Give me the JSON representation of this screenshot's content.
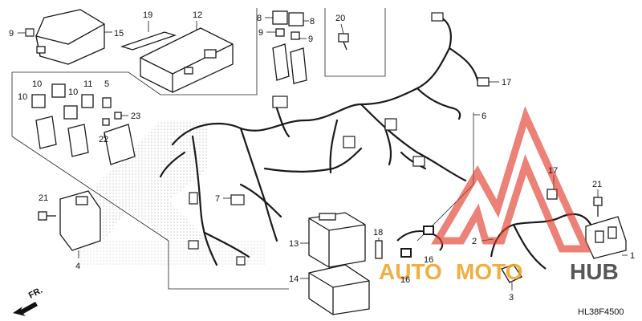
{
  "diagram": {
    "code": "HL38F4500",
    "front_label": "FR.",
    "callouts": [
      {
        "id": "c9a",
        "text": "9"
      },
      {
        "id": "c15",
        "text": "15"
      },
      {
        "id": "c19",
        "text": "19"
      },
      {
        "id": "c12",
        "text": "12"
      },
      {
        "id": "c8a",
        "text": "8"
      },
      {
        "id": "c8b",
        "text": "8"
      },
      {
        "id": "c9b",
        "text": "9"
      },
      {
        "id": "c9c",
        "text": "9"
      },
      {
        "id": "c20",
        "text": "20"
      },
      {
        "id": "c17a",
        "text": "17"
      },
      {
        "id": "c10a",
        "text": "10"
      },
      {
        "id": "c10b",
        "text": "10"
      },
      {
        "id": "c10c",
        "text": "10"
      },
      {
        "id": "c11",
        "text": "11"
      },
      {
        "id": "c5",
        "text": "5"
      },
      {
        "id": "c23",
        "text": "23"
      },
      {
        "id": "c22",
        "text": "22"
      },
      {
        "id": "c6",
        "text": "6"
      },
      {
        "id": "c21a",
        "text": "21"
      },
      {
        "id": "c4",
        "text": "4"
      },
      {
        "id": "c7",
        "text": "7"
      },
      {
        "id": "c13",
        "text": "13"
      },
      {
        "id": "c14",
        "text": "14"
      },
      {
        "id": "c18",
        "text": "18"
      },
      {
        "id": "c16a",
        "text": "16"
      },
      {
        "id": "c16b",
        "text": "16"
      },
      {
        "id": "c2",
        "text": "2"
      },
      {
        "id": "c3",
        "text": "3"
      },
      {
        "id": "c17b",
        "text": "17"
      },
      {
        "id": "c21b",
        "text": "21"
      },
      {
        "id": "c1",
        "text": "1"
      }
    ]
  },
  "watermark": {
    "brand_a": "AUTO",
    "brand_b": "MOTO",
    "brand_c": "HUB",
    "colors": {
      "red": "#e03a2a",
      "orange": "#f0a020",
      "dark": "#3a3a3a"
    }
  }
}
